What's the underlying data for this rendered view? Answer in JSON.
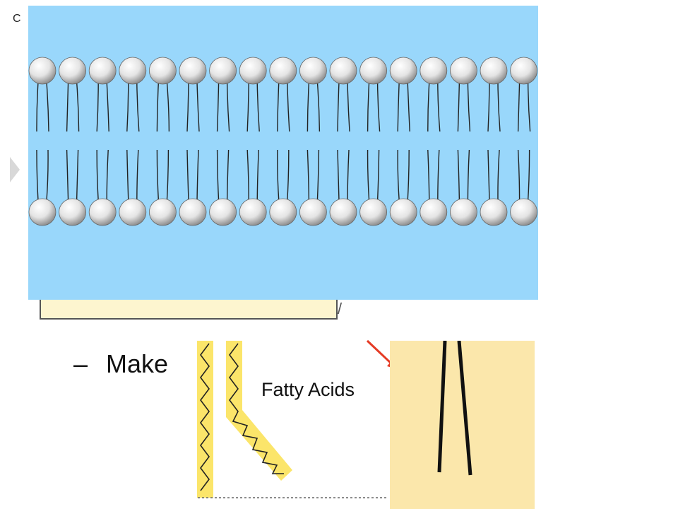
{
  "slide": {
    "corner_letter": "C",
    "bullet_dash": "–",
    "bullet_text": "Make",
    "trailing_char": "/"
  },
  "diagram": {
    "fatty_acids_label": "Fatty Acids",
    "upper_leaflet_head_count": 17,
    "lower_leaflet_head_count": 17
  },
  "colors": {
    "water": "#99d7fb",
    "chain_panel": "#fbe7ab",
    "fatty_acid_strip": "#fbe56a",
    "arrow": "#e53b25",
    "head_fill": "#e9e9e9"
  }
}
